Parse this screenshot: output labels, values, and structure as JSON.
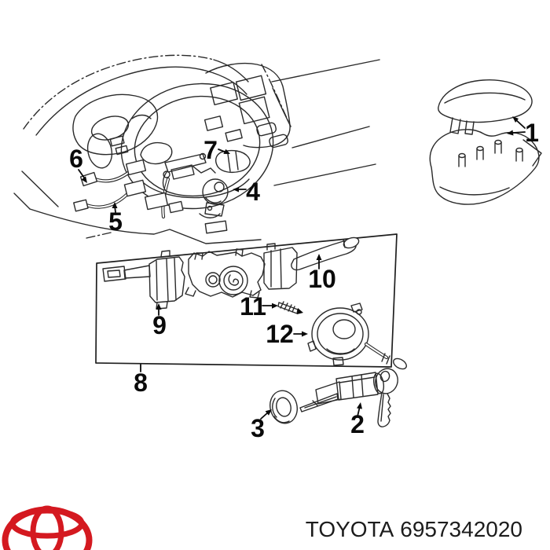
{
  "diagram": {
    "type": "exploded-parts-diagram",
    "subject": "steering-column-switches-and-ignition",
    "callouts": [
      {
        "number": "1"
      },
      {
        "number": "2"
      },
      {
        "number": "3"
      },
      {
        "number": "4"
      },
      {
        "number": "5"
      },
      {
        "number": "6"
      },
      {
        "number": "7"
      },
      {
        "number": "8"
      },
      {
        "number": "9"
      },
      {
        "number": "10"
      },
      {
        "number": "11"
      },
      {
        "number": "12"
      }
    ]
  },
  "footer": {
    "brand": "TOYOTA",
    "part_number": "6957342020"
  },
  "colors": {
    "background": "#ffffff",
    "line": "#2a2a2a",
    "label": "#0a0a0a",
    "logo_red": "#d41920",
    "footer_text": "#1c1c1c"
  }
}
